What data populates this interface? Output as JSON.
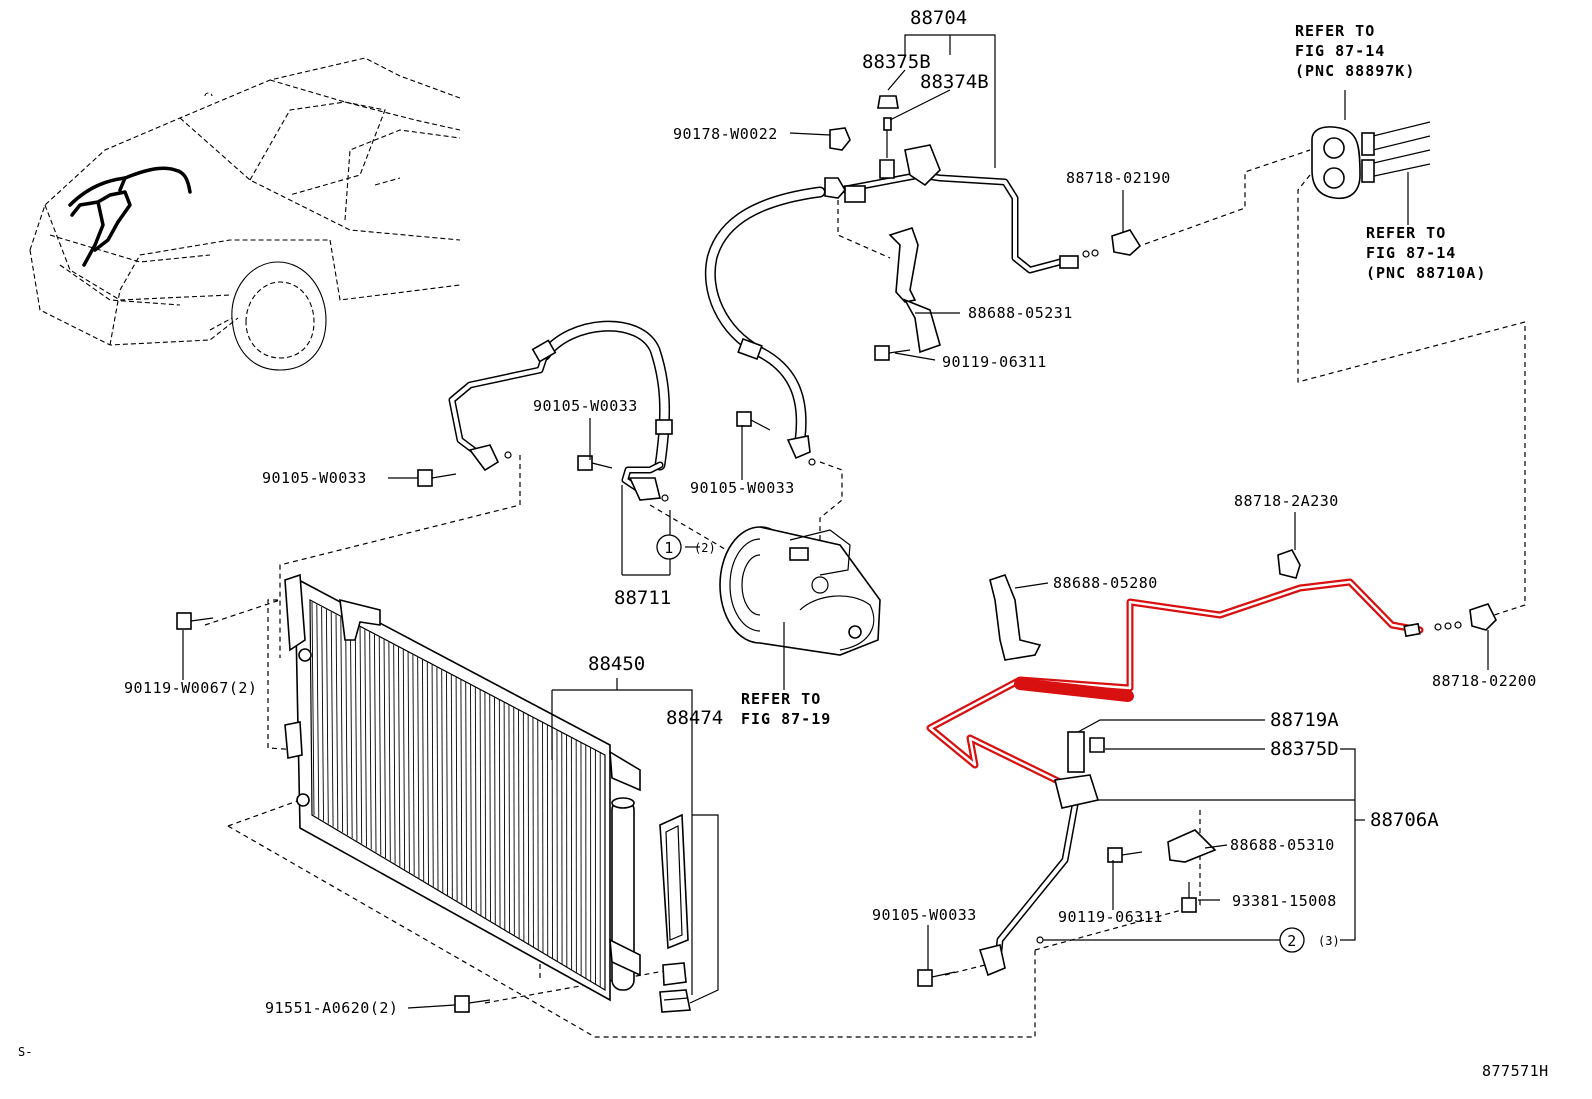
{
  "labels": {
    "p88704": "88704",
    "p88375B": "88375B",
    "p88374B": "88374B",
    "p90178": "90178-W0022",
    "p88718_02190": "88718-02190",
    "p88688_05231": "88688-05231",
    "p90119_06311_top": "90119-06311",
    "p90105_left": "90105-W0033",
    "p90105_mid": "90105-W0033",
    "p90105_right": "90105-W0033",
    "p90105_bottom": "90105-W0033",
    "p88711": "88711",
    "circle1": "1",
    "circle1_qty": "(2)",
    "p88450": "88450",
    "p88474": "88474",
    "p90119_W0067": "90119-W0067(2)",
    "p91551": "91551-A0620(2)",
    "p88718_2A230": "88718-2A230",
    "p88688_05280": "88688-05280",
    "p88718_02200": "88718-02200",
    "p88719A": "88719A",
    "p88375D": "88375D",
    "p88706A": "88706A",
    "p88688_05310": "88688-05310",
    "p93381": "93381-15008",
    "p90119_06311_bot": "90119-06311",
    "circle2": "2",
    "circle2_qty": "(3)",
    "footer_left": "S-",
    "footer_right": "877571H"
  },
  "refs": {
    "top_line1": "REFER TO",
    "top_line2": "FIG 87-14",
    "top_line3": "(PNC 88897K)",
    "right_line1": "REFER TO",
    "right_line2": "FIG 87-14",
    "right_line3": "(PNC 88710A)",
    "comp_line1": "REFER TO",
    "comp_line2": "FIG 87-19"
  },
  "colors": {
    "highlight": "#d91010",
    "ink": "#000000",
    "background": "#ffffff"
  },
  "icons": {
    "car": "vehicle-outline-icon",
    "compressor": "ac-compressor-icon",
    "condenser": "condenser-icon",
    "bolt": "bolt-icon"
  }
}
